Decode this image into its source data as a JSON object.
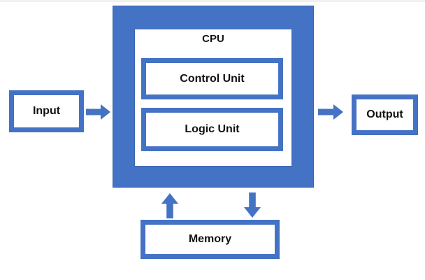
{
  "diagram": {
    "nodes": {
      "input": {
        "label": "Input"
      },
      "cpu": {
        "label": "CPU"
      },
      "control_unit": {
        "label": "Control Unit"
      },
      "logic_unit": {
        "label": "Logic Unit"
      },
      "output": {
        "label": "Output"
      },
      "memory": {
        "label": "Memory"
      }
    },
    "edges": [
      {
        "from": "Input",
        "to": "CPU",
        "arrow": "right"
      },
      {
        "from": "CPU",
        "to": "Output",
        "arrow": "right"
      },
      {
        "from": "Memory",
        "to": "CPU",
        "arrow": "up"
      },
      {
        "from": "CPU",
        "to": "Memory",
        "arrow": "down"
      }
    ],
    "colors": {
      "shape_blue": "#4472C4",
      "shape_edge": "#39619f",
      "box_background": "#ffffff",
      "text": "#111111",
      "top_strip": "#f2f1ee"
    }
  }
}
